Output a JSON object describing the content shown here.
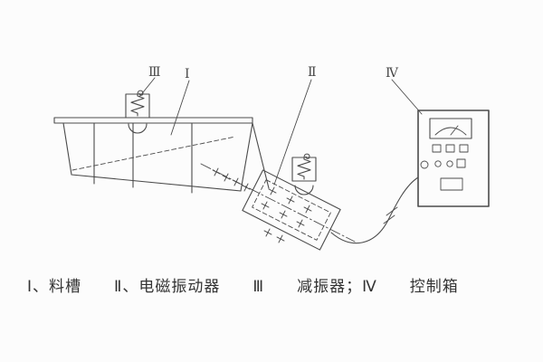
{
  "diagram": {
    "labels": {
      "part1": "Ⅰ",
      "part2": "Ⅱ",
      "part3": "Ⅲ",
      "part4": "Ⅳ"
    }
  },
  "caption": {
    "text": "Ⅰ、料槽　　Ⅱ、电磁振动器　　Ⅲ　　减振器；Ⅳ　　控制箱"
  },
  "colors": {
    "line": "#4b4b4b",
    "background": "#fcfcfc",
    "caption_text": "#333333"
  }
}
